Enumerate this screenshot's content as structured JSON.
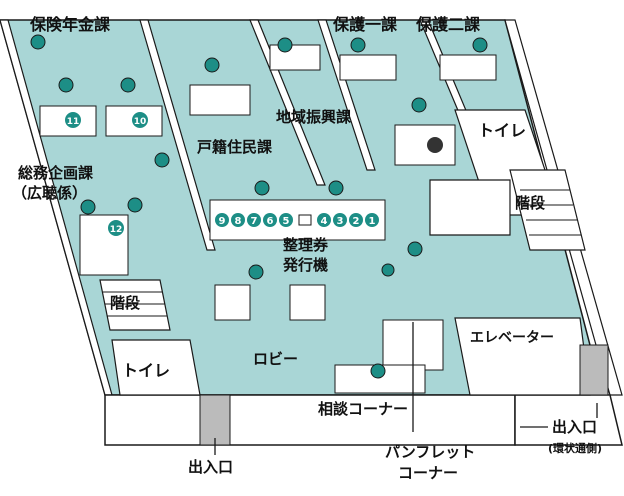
{
  "colors": {
    "floor": "#a9d6d6",
    "teal": "#1d8e86",
    "wall": "#ffffff",
    "line": "#1a1a1a"
  },
  "labels": {
    "hoken_nenkin": "保険年金課",
    "hogo_ichi": "保護一課",
    "hogo_ni": "保護二課",
    "chiiki": "地域振興課",
    "koseki": "戸籍住民課",
    "somu_1": "総務企画課",
    "somu_2": "（広聴係）",
    "toilet_right": "トイレ",
    "stairs_right": "階段",
    "seiri_1": "整理券",
    "seiri_2": "発行機",
    "stairs_left": "階段",
    "elevator": "エレベーター",
    "lobby": "ロビー",
    "toilet_left": "トイレ",
    "sodan": "相談コーナー",
    "entrance_right": "出入口",
    "entrance_right_sub": "(環状通側)",
    "entrance_bottom": "出入口",
    "pamphlet_1": "パンフレット",
    "pamphlet_2": "コーナー"
  },
  "counters": [
    {
      "id": "counter-11",
      "number": "11"
    },
    {
      "id": "counter-10",
      "number": "10"
    },
    {
      "id": "counter-12",
      "number": "12"
    },
    {
      "id": "counter-9",
      "number": "9"
    },
    {
      "id": "counter-8",
      "number": "8"
    },
    {
      "id": "counter-7",
      "number": "7"
    },
    {
      "id": "counter-6",
      "number": "6"
    },
    {
      "id": "counter-5",
      "number": "5"
    },
    {
      "id": "counter-4",
      "number": "4"
    },
    {
      "id": "counter-3",
      "number": "3"
    },
    {
      "id": "counter-2",
      "number": "2"
    },
    {
      "id": "counter-1",
      "number": "1"
    }
  ]
}
